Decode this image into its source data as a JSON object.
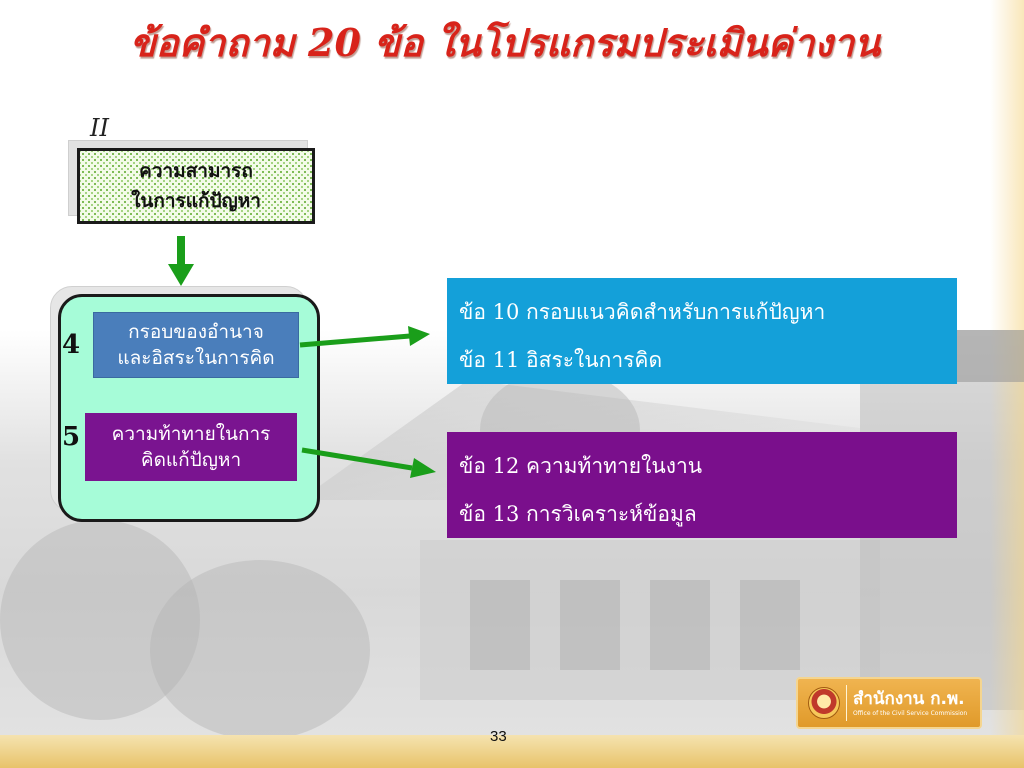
{
  "slide": {
    "title": "ข้อคำถาม 20 ข้อ ในโปรแกรมประเมินค่างาน",
    "section_label": "II",
    "page_number": "33"
  },
  "top_box": {
    "line1": "ความสามารถ",
    "line2": "ในการแก้ปัญหา"
  },
  "group": {
    "items": [
      {
        "number": "4",
        "line1": "กรอบของอำนาจ",
        "line2": "และอิสระในการคิด",
        "color": "#4a7ebb"
      },
      {
        "number": "5",
        "line1": "ความท้าทายในการ",
        "line2": "คิดแก้ปัญหา",
        "color": "#7a1490"
      }
    ]
  },
  "cards": [
    {
      "lines": [
        "ข้อ 10 กรอบแนวคิดสำหรับการแก้ปัญหา",
        "ข้อ 11 อิสระในการคิด"
      ],
      "color": "#14a0d9"
    },
    {
      "lines": [
        "ข้อ 12 ความท้าทายในงาน",
        "ข้อ 13 การวิเคราะห์ข้อมูล"
      ],
      "color": "#7a0f8c"
    }
  ],
  "logo": {
    "main": "สำนักงาน ก.พ.",
    "sub": "Office of the Civil Service Commission"
  },
  "colors": {
    "title": "#d8231a",
    "arrow": "#1a9e1a",
    "group_fill": "#a6fcd8"
  }
}
